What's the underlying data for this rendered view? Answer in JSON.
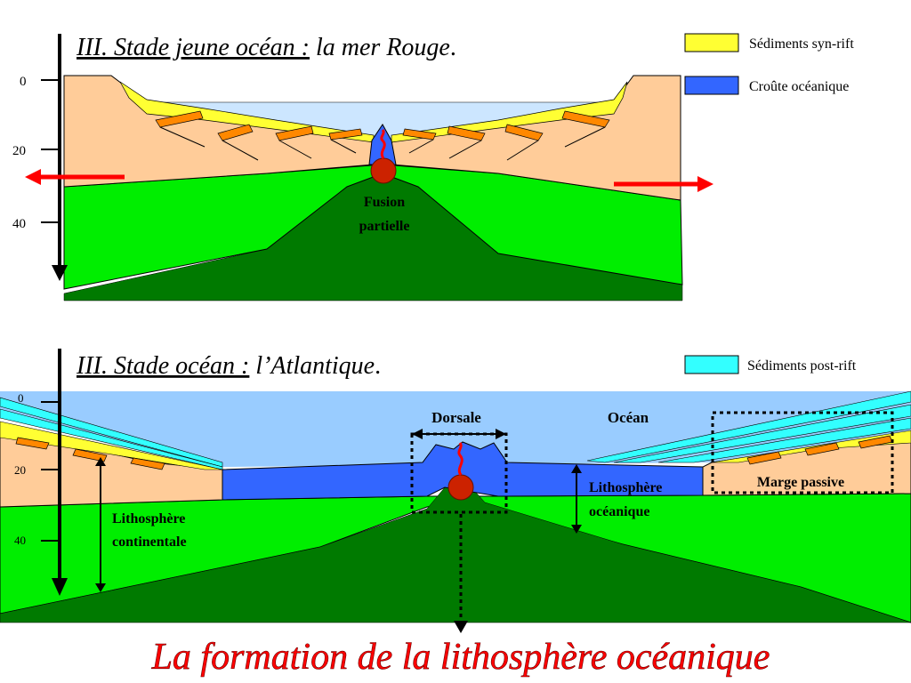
{
  "panel1": {
    "title_underlined": "III. Stade jeune océan :",
    "title_rest": " la mer Rouge",
    "title_end": ".",
    "depth_ticks": [
      "0",
      "20",
      "40"
    ],
    "legend": [
      {
        "label": "Sédiments syn-rift",
        "color": "#ffff33"
      },
      {
        "label": "Croûte océanique",
        "color": "#3366ff"
      }
    ],
    "melt_label_line1": "Fusion",
    "melt_label_line2": "partielle"
  },
  "panel2": {
    "title_underlined": "III. Stade océan :",
    "title_rest": " l’Atlantique",
    "title_end": ".",
    "depth_ticks": [
      "0",
      "20",
      "40"
    ],
    "legend": [
      {
        "label": "Sédiments post-rift",
        "color": "#33ffff"
      }
    ],
    "label_dorsale": "Dorsale",
    "label_ocean": "Océan",
    "label_marge": "Marge passive",
    "label_litho_oc_line1": "Lithosphère",
    "label_litho_oc_line2": "océanique",
    "label_litho_cont_line1": "Lithosphère",
    "label_litho_cont_line2": "continentale"
  },
  "main_title": "La formation de la lithosphère océanique",
  "colors": {
    "continent": "#ffcc99",
    "lithosphere": "#00ee00",
    "asthenosphere": "#007a00",
    "sediment_syn": "#ffff33",
    "sediment_post": "#33ffff",
    "ocean_crust": "#3366ff",
    "sea": "#99ccff",
    "sea_pale": "#cce6ff",
    "orange_blocks": "#ff8800",
    "arrow_red": "#ff0000",
    "magma": "#cc2200",
    "title_red": "#ff0000"
  }
}
